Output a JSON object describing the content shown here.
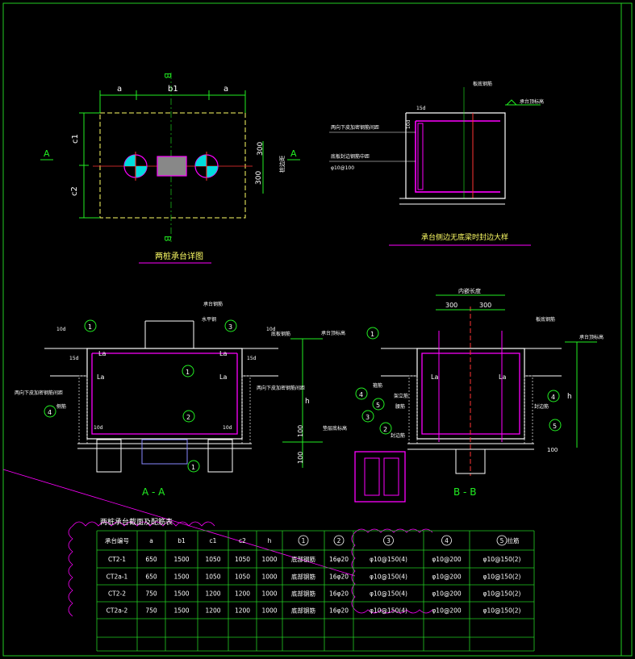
{
  "plan": {
    "title": "两桩承台详图",
    "dim_a_left": "a",
    "dim_b1": "b1",
    "dim_a_right": "a",
    "dim_c1": "c1",
    "dim_c2": "c2",
    "dim_300_top": "300",
    "dim_300_bottom": "300",
    "pile_dim": "桩边距",
    "section_a": "A",
    "section_b": "B"
  },
  "edge_detail": {
    "title": "承台侧边无底梁时封边大样",
    "label_top": "板底钢筋",
    "label_right": "承台顶标高",
    "label_15d": "15d",
    "label_10d": "10d",
    "note1": "两向下皮加密钢筋间距",
    "note2": "底板封边钢筋中距",
    "note3": "φ10@100"
  },
  "section_aa": {
    "title": "A - A",
    "label_top_bar": "承台钢筋",
    "label_mid": "水平钢",
    "label_right_elev": "承台顶标高",
    "label_right_note": "底板钢筋",
    "label_side_note": "两向下皮加密钢筋间距",
    "label_side_note_right": "两向下皮加密钢筋间距",
    "label_side_left": "侧筋",
    "label_bottom_right": "垫层底标高",
    "label_h": "h",
    "dim_100a": "100",
    "dim_100b": "100",
    "callout_1": "1",
    "callout_2": "2",
    "callout_3": "3",
    "callout_4": "4",
    "label_la": "La",
    "label_lb": "La",
    "label_la2": "La",
    "label_lb2": "La",
    "label_15d": "15d",
    "label_15d_r": "15d",
    "label_10d": "10d",
    "label_10d_r": "10d",
    "label_10d_top": "10d",
    "label_10d_top_r": "10d"
  },
  "section_bb": {
    "title": "B - B",
    "label_top": "内嵌长度",
    "dim_300_left": "300",
    "dim_300_right": "300",
    "label_right": "承台顶标高",
    "label_right2": "板底钢筋",
    "label_h": "h",
    "label_left1": "箍筋",
    "label_left2": "架立筋",
    "label_left3": "腰筋",
    "label_left4": "封边筋",
    "label_right3": "封边筋",
    "label_la": "La",
    "label_lb": "La",
    "label_100": "100",
    "callout_1": "1",
    "callout_2": "2",
    "callout_3": "3",
    "callout_4": "4",
    "callout_5a": "5",
    "callout_5b": "5"
  },
  "table": {
    "title": "两桩承台截面及配筋表",
    "headers": [
      "承台编号",
      "a",
      "b1",
      "c1",
      "c2",
      "h",
      "1",
      "2",
      "3",
      "4",
      "5"
    ],
    "header_5_suffix": "拉筋",
    "rows": [
      [
        "CT2-1",
        "650",
        "1500",
        "1050",
        "1050",
        "1000",
        "底部钢筋",
        "16φ20",
        "φ10@150(4)",
        "φ10@200",
        "φ10@150(2)"
      ],
      [
        "CT2a-1",
        "650",
        "1500",
        "1050",
        "1050",
        "1000",
        "底部钢筋",
        "16φ20",
        "φ10@150(4)",
        "φ10@200",
        "φ10@150(2)"
      ],
      [
        "CT2-2",
        "750",
        "1500",
        "1200",
        "1200",
        "1000",
        "底部钢筋",
        "16φ20",
        "φ10@150(4)",
        "φ10@200",
        "φ10@150(2)"
      ],
      [
        "CT2a-2",
        "750",
        "1500",
        "1200",
        "1200",
        "1000",
        "底部钢筋",
        "16φ20",
        "φ10@150(4)",
        "φ10@200",
        "φ10@150(2)"
      ],
      [
        "",
        "",
        "",
        "",
        "",
        "",
        "",
        "",
        "",
        "",
        ""
      ]
    ]
  },
  "colors": {
    "background": "#000000",
    "frame": "#22cc22",
    "structure": "#ffffff",
    "rebar": "#ff00ff",
    "dimension": "#22ee22",
    "text": "#ffffff",
    "accent": "#ffff00"
  }
}
